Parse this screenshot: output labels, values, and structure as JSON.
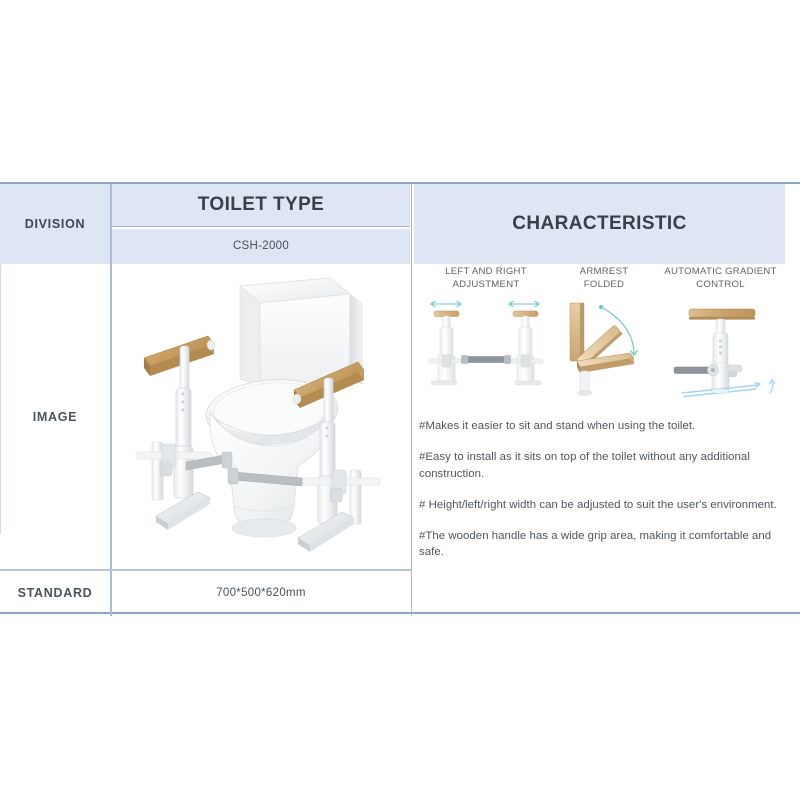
{
  "table": {
    "header": {
      "division_label": "DIVISION",
      "toilet_type_label": "TOILET TYPE",
      "model_code": "CSH-2000",
      "characteristic_label": "CHARACTERISTIC"
    },
    "rows": {
      "image_label": "IMAGE",
      "standard_label": "STANDARD",
      "standard_value": "700*500*620mm"
    }
  },
  "characteristic": {
    "features": [
      {
        "title": "LEFT AND RIGHT\nADJUSTMENT",
        "icon": "left-right-adjustment-diagram"
      },
      {
        "title": "ARMREST\nFOLDED",
        "icon": "armrest-folded-diagram"
      },
      {
        "title": "AUTOMATIC GRADIENT\nCONTROL",
        "icon": "automatic-gradient-control-diagram"
      }
    ],
    "bullets": [
      "#Makes it easier to sit and stand when using the toilet.",
      "#Easy to install as it sits on top of the toilet without any additional construction.",
      "# Height/left/right width can be adjusted to suit the user's environment.",
      "#The wooden handle has a wide grip area, making it comfortable and safe."
    ]
  },
  "product_image": {
    "alt": "toilet-safety-frame-with-wooden-armrests"
  },
  "colors": {
    "header_fill": "#dde6f2",
    "border": "#8aa6c4",
    "rule": "#a9bdd4",
    "text_dark": "#3a4049",
    "text_body": "#4f555d",
    "accent_teal": "#6dc5c8",
    "accent_blue": "#a8d4ee",
    "wood": "#c9a267"
  }
}
